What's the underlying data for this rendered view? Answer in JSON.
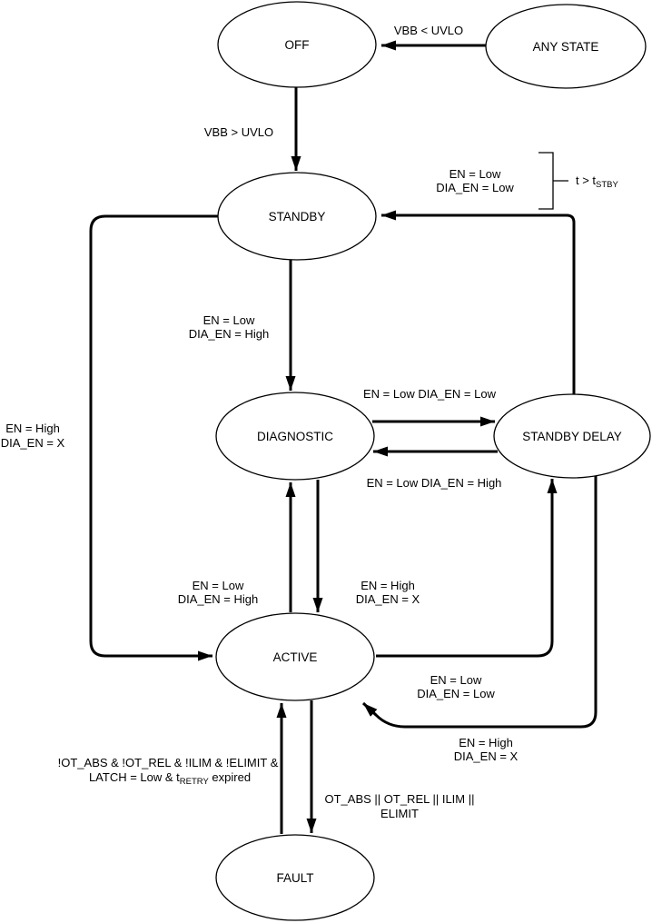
{
  "colors": {
    "background": "#ffffff",
    "line": "#000000",
    "text": "#000000"
  },
  "states": {
    "off": "OFF",
    "any_state": "ANY STATE",
    "standby": "STANDBY",
    "diagnostic": "DIAGNOSTIC",
    "standby_delay": "STANDBY DELAY",
    "active": "ACTIVE",
    "fault": "FAULT"
  },
  "transitions": {
    "any_state_to_off": {
      "condition": "VBB < UVLO"
    },
    "off_to_standby": {
      "condition": "VBB > UVLO"
    },
    "standby_delay_to_standby": {
      "condition_line1": "EN = Low",
      "condition_line2": "DIA_EN = Low"
    },
    "standby_to_diagnostic": {
      "condition_line1": "EN = Low",
      "condition_line2": "DIA_EN = High"
    },
    "diagnostic_to_standby_delay": {
      "condition": "EN = Low DIA_EN = Low"
    },
    "standby_delay_to_diagnostic": {
      "condition": "EN = Low DIA_EN = High"
    },
    "standby_to_active": {
      "condition_line1": "EN = High",
      "condition_line2": "DIA_EN = X"
    },
    "active_to_diagnostic": {
      "condition_line1": "EN = Low",
      "condition_line2": "DIA_EN = High"
    },
    "diagnostic_to_active": {
      "condition_line1": "EN = High",
      "condition_line2": "DIA_EN = X"
    },
    "active_to_standby_delay": {
      "condition_line1": "EN = Low",
      "condition_line2": "DIA_EN = Low"
    },
    "standby_delay_to_active": {
      "condition_line1": "EN = High",
      "condition_line2": "DIA_EN = X"
    },
    "fault_to_active": {
      "condition_line1": "!OT_ABS & !OT_REL & !ILIM & !ELIMIT &",
      "condition_line2_prefix": "LATCH = Low & t",
      "condition_line2_sub": "RETRY",
      "condition_line2_suffix": " expired"
    },
    "active_to_fault": {
      "condition_line1": "OT_ABS || OT_REL || ILIM ||",
      "condition_line2": "ELIMIT"
    }
  },
  "annotations": {
    "standby_delay_timer": {
      "prefix": "t > t",
      "sub": "STBY"
    }
  }
}
